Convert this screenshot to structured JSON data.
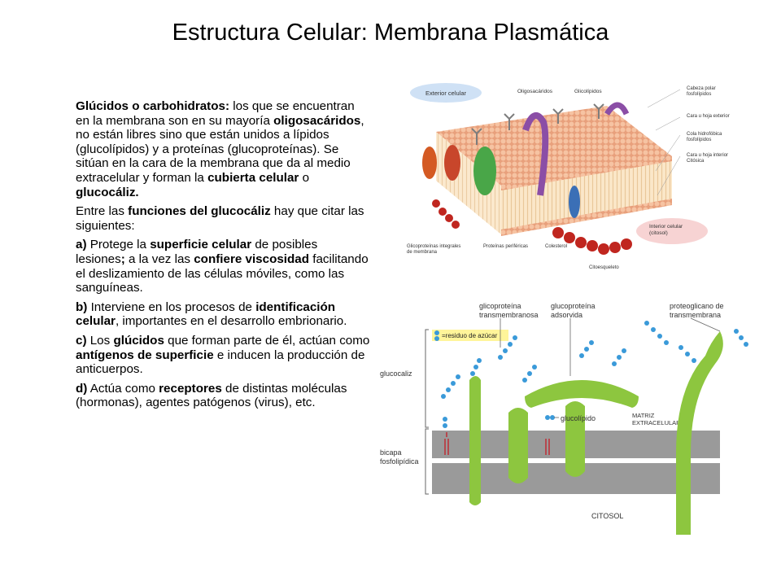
{
  "title": "Estructura Celular: Membrana Plasmática",
  "paragraphs": [
    {
      "segments": [
        {
          "t": "Glúcidos o carbohidratos:",
          "b": true
        },
        {
          "t": " los que se encuentran en la membrana son en su mayoría ",
          "b": false
        },
        {
          "t": "oligosacáridos",
          "b": true
        },
        {
          "t": ", no están libres sino que están unidos a lípidos (glucolípidos) y a proteínas (glucoproteínas). Se sitúan en la cara de la membrana que da al medio extracelular y forman la ",
          "b": false
        },
        {
          "t": "cubierta celular",
          "b": true
        },
        {
          "t": " o ",
          "b": false
        },
        {
          "t": "glucocáliz.",
          "b": true
        }
      ]
    },
    {
      "segments": [
        {
          "t": "Entre las ",
          "b": false
        },
        {
          "t": "funciones del glucocáliz",
          "b": true
        },
        {
          "t": " hay que citar las siguientes:",
          "b": false
        }
      ]
    },
    {
      "segments": [
        {
          "t": "a)",
          "b": true
        },
        {
          "t": " Protege la ",
          "b": false
        },
        {
          "t": "superficie celular",
          "b": true
        },
        {
          "t": " de posibles lesiones",
          "b": false
        },
        {
          "t": ";",
          "b": true
        },
        {
          "t": " a la vez las ",
          "b": false
        },
        {
          "t": "confiere viscosidad",
          "b": true
        },
        {
          "t": " facilitando el deslizamiento de las células móviles, como las sanguíneas.",
          "b": false
        }
      ]
    },
    {
      "segments": [
        {
          "t": "b)",
          "b": true
        },
        {
          "t": " Interviene en los procesos de ",
          "b": false
        },
        {
          "t": "identificación celular",
          "b": true
        },
        {
          "t": ", importantes en el desarrollo embrionario.",
          "b": false
        }
      ]
    },
    {
      "segments": [
        {
          "t": "c)",
          "b": true
        },
        {
          "t": " Los ",
          "b": false
        },
        {
          "t": "glúcidos",
          "b": true
        },
        {
          "t": " que forman parte de él, actúan como ",
          "b": false
        },
        {
          "t": "antígenos de superficie",
          "b": true
        },
        {
          "t": "  e inducen la producción de anticuerpos.",
          "b": false
        }
      ]
    },
    {
      "segments": [
        {
          "t": "d)",
          "b": true
        },
        {
          "t": " Actúa como ",
          "b": false
        },
        {
          "t": "receptores",
          "b": true
        },
        {
          "t": " de distintas moléculas (hormonas), agentes patógenos (virus), etc.",
          "b": false
        }
      ]
    }
  ],
  "figure1": {
    "exterior": "Exterior celular",
    "interior_line1": "Interior celular",
    "interior_line2": "(citosol)",
    "oligosacaridos": "Oligosacáridos",
    "glicolipidos": "Glicolípidos",
    "cabeza_polar_1": "Cabeza polar",
    "cabeza_polar_2": "fosfolípidos",
    "cara_exterior_1": "Cara u hoja exterior",
    "cola_1": "Cola hidrofóbica",
    "cola_2": "fosfolípidos",
    "cara_interior_1": "Cara u hoja interior",
    "cara_interior_2": "Citósica",
    "glicoproteinas_1": "Glicoproteínas integrales",
    "glicoproteinas_2": "de membrana",
    "proteinas_perifericas": "Proteínas periféricas",
    "colesterol": "Colesterol",
    "citoesqueleto": "Citoesqueleto"
  },
  "figure2": {
    "gp_trans_1": "glicoproteína",
    "gp_trans_2": "transmembranosa",
    "gp_ads_1": "glucoproteína",
    "gp_ads_2": "adsorvida",
    "proteoglicano_1": "proteoglicano de",
    "proteoglicano_2": "transmembrana",
    "residuo": "=residuo de azúcar",
    "glucocaliz": "glucocaliz",
    "glucolipido": "glucolípido",
    "matriz_1": "MATRIZ",
    "matriz_2": "EXTRACELULAR",
    "bicapa_1": "bicapa",
    "bicapa_2": "fosfolipídica",
    "citosol": "CITOSOL"
  },
  "colors": {
    "green": "#8dc63f",
    "blue": "#3a9ad9",
    "gray": "#9a9a9a",
    "membrane_peach": "#f3b48f"
  }
}
